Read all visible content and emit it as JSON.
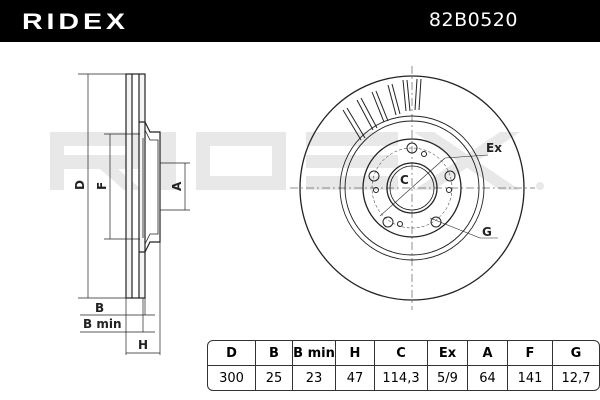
{
  "header": {
    "brand": "RIDEX",
    "part_number": "82B0520"
  },
  "watermark": "RIDEX",
  "drawing_labels": {
    "D": "D",
    "F": "F",
    "A": "A",
    "B": "B",
    "B_min": "B min",
    "H": "H",
    "C": "C",
    "Ex": "Ex",
    "G": "G"
  },
  "spec_table": {
    "headers": [
      "D",
      "B",
      "B min",
      "H",
      "C",
      "Ex",
      "A",
      "F",
      "G"
    ],
    "values": [
      "300",
      "25",
      "23",
      "47",
      "114,3",
      "5/9",
      "64",
      "141",
      "12,7"
    ]
  }
}
